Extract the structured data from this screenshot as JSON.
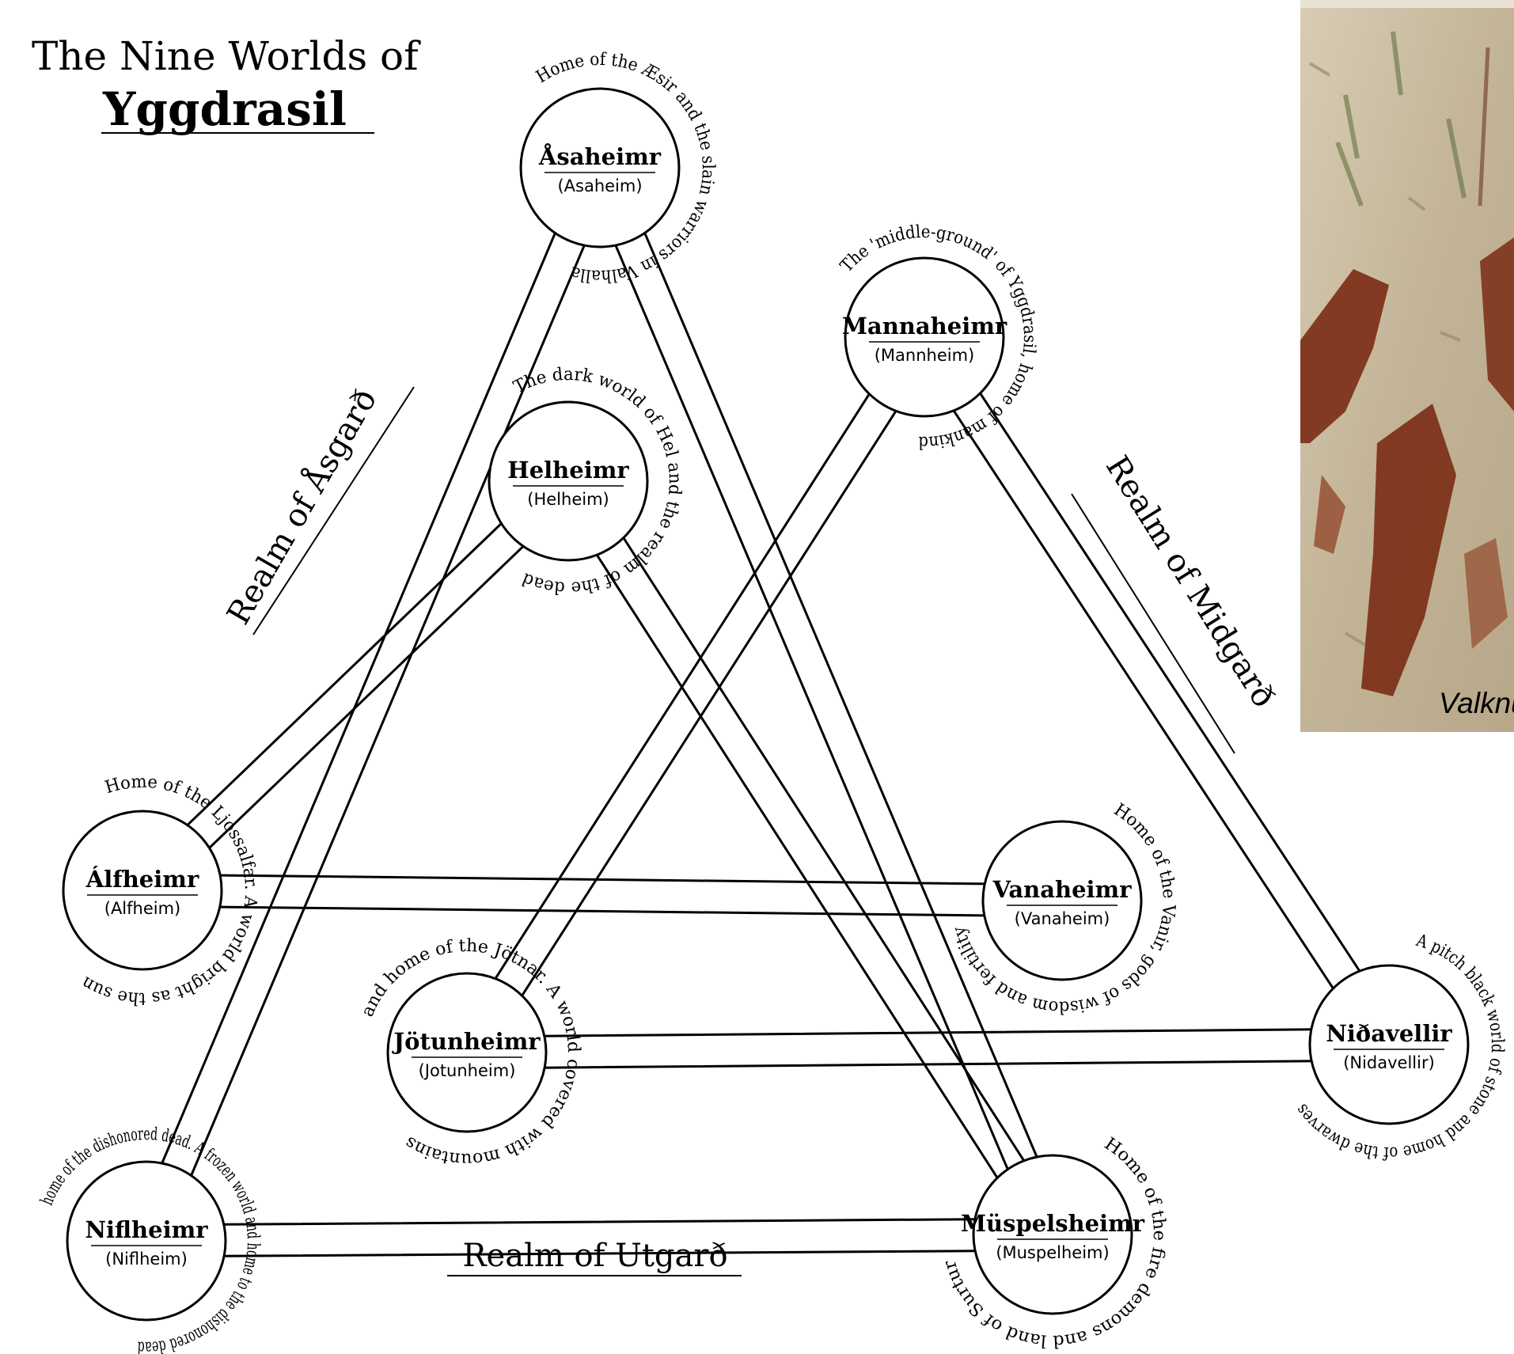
{
  "title": {
    "line1": "The Nine Worlds of",
    "line2": "Yggdrasil"
  },
  "realms": {
    "asgard": "Realm of Åsgarð",
    "midgard": "Realm of Midgarð",
    "utgard": "Realm of Utgarð"
  },
  "worlds": [
    {
      "id": "asaheimr",
      "name": "Åsaheimr",
      "modern": "(Asaheim)",
      "note": "Home of the Æsir and the slain warriors in Valhalla"
    },
    {
      "id": "mannaheimr",
      "name": "Mannaheimr",
      "modern": "(Mannheim)",
      "note": "The 'middle-ground' of Yggdrasil, home of mankind"
    },
    {
      "id": "helheimr",
      "name": "Helheimr",
      "modern": "(Helheim)",
      "note": "The dark world of Hel and the realm of the dead"
    },
    {
      "id": "alfheimr",
      "name": "Álfheimr",
      "modern": "(Alfheim)",
      "note": "Home of the Ljossalfar. A world bright as the sun"
    },
    {
      "id": "vanaheimr",
      "name": "Vanaheimr",
      "modern": "(Vanaheim)",
      "note": "Home of the Vanir, gods of wisdom and fertility"
    },
    {
      "id": "jotunheimr",
      "name": "Jötunheimr",
      "modern": "(Jotunheim)",
      "note": "and home of the Jötnar. A world covered with mountains"
    },
    {
      "id": "nidavellir",
      "name": "Niðavellir",
      "modern": "(Nidavellir)",
      "note": "A pitch black world of stone and home of the dwarves"
    },
    {
      "id": "niflheimr",
      "name": "Niflheimr",
      "modern": "(Niflheim)",
      "note": "home of the dishonored dead. A frozen world and home to the dishonored dead"
    },
    {
      "id": "muspelsheimr",
      "name": "Müspelsheimr",
      "modern": "(Muspelheim)",
      "note": "Home of the fire demons and land of Surtur"
    }
  ],
  "photo": {
    "caption": "Valknu"
  },
  "colors": {
    "ink": "#000000",
    "stone": "#c9bba1",
    "rust": "#7a2c14"
  }
}
